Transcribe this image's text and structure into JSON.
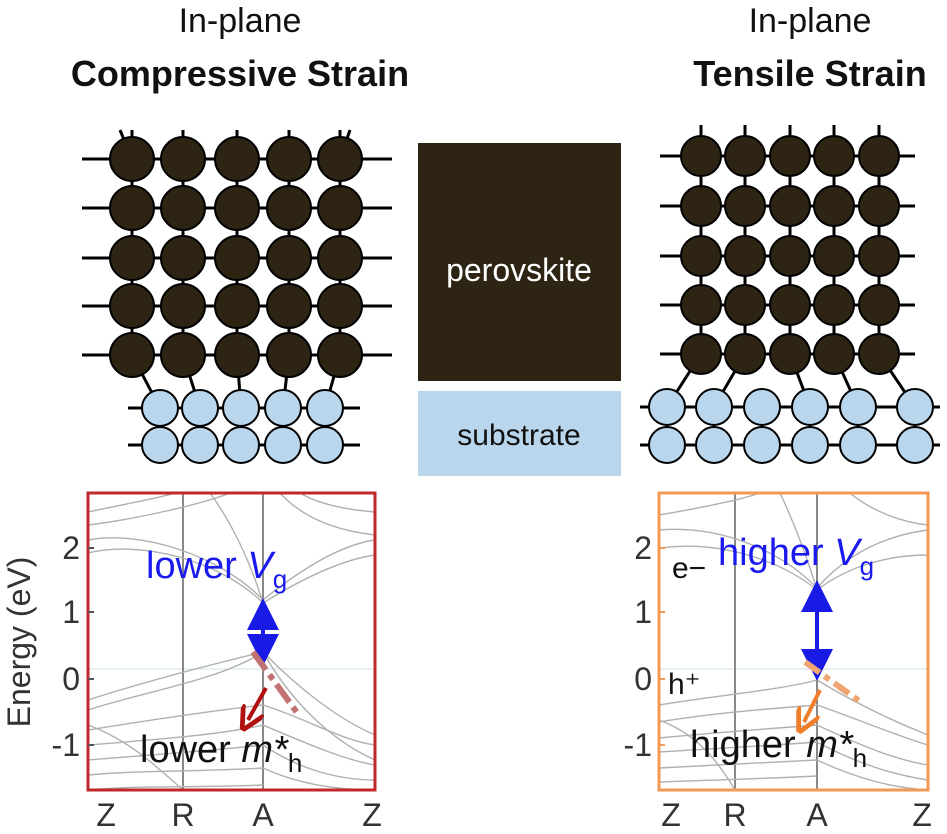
{
  "left_panel": {
    "title_line1": "In-plane",
    "title_line2": "Compressive Strain",
    "label_vg_prefix": "lower ",
    "label_vg_var": "V",
    "label_vg_sub": "g",
    "label_mh_prefix": "lower ",
    "label_mh_var": "m*",
    "label_mh_sub": "h",
    "frame_color": "#c0282c",
    "arrow_color": "#b01010",
    "dash_color": "#c27272"
  },
  "right_panel": {
    "title_line1": "In-plane",
    "title_line2": "Tensile Strain",
    "label_vg_prefix": "higher ",
    "label_vg_var": "V",
    "label_vg_sub": "g",
    "label_mh_prefix": "higher ",
    "label_mh_var": "m*",
    "label_mh_sub": "h",
    "label_electron": "e−",
    "label_hole": "h⁺",
    "frame_color": "#f29a55",
    "arrow_color": "#f07d2a",
    "dash_color": "#f0a470"
  },
  "legend": {
    "perovskite_label": "perovskite",
    "perovskite_color": "#2e2414",
    "substrate_label": "substrate",
    "substrate_color": "#b9d6ec"
  },
  "axes": {
    "ylabel": "Energy (eV)",
    "yticks": [
      "2",
      "1",
      "0",
      "-1"
    ],
    "xticks": [
      "Z",
      "R",
      "A",
      "Z"
    ]
  },
  "colors": {
    "vg_text": "#1a1aee",
    "vg_arrow": "#1a1ae6",
    "atom_dark": "#2e2414",
    "atom_light": "#b9d6ec",
    "band_line": "#b0b0b0"
  }
}
